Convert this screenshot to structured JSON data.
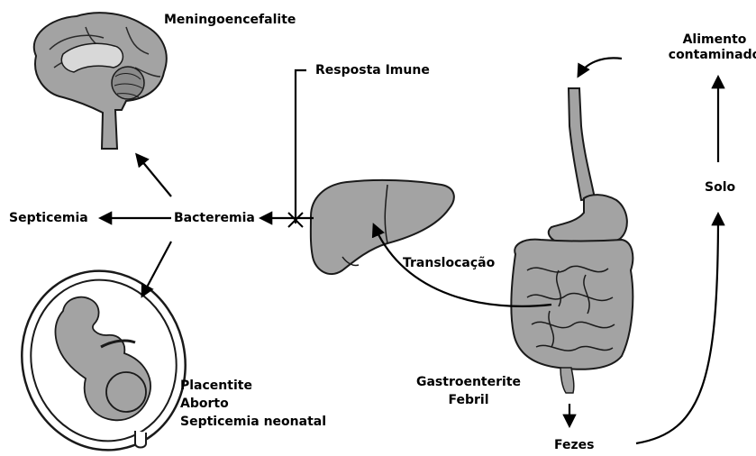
{
  "labels": {
    "meningoencefalite": "Meningoencefalite",
    "resposta_imune": "Resposta Imune",
    "alimento_line1": "Alimento",
    "alimento_line2": "contaminado",
    "solo": "Solo",
    "septicemia": "Septicemia",
    "bacteremia": "Bacteremia",
    "translocacao": "Translocação",
    "placentite": "Placentite",
    "aborto": "Aborto",
    "septicemia_neonatal": "Septicemia neonatal",
    "gastroenterite": "Gastroenterite",
    "febril": "Febril",
    "fezes": "Fezes"
  },
  "colors": {
    "organ_fill": "#a3a3a3",
    "organ_stroke": "#1a1a1a",
    "arrow": "#000000"
  }
}
